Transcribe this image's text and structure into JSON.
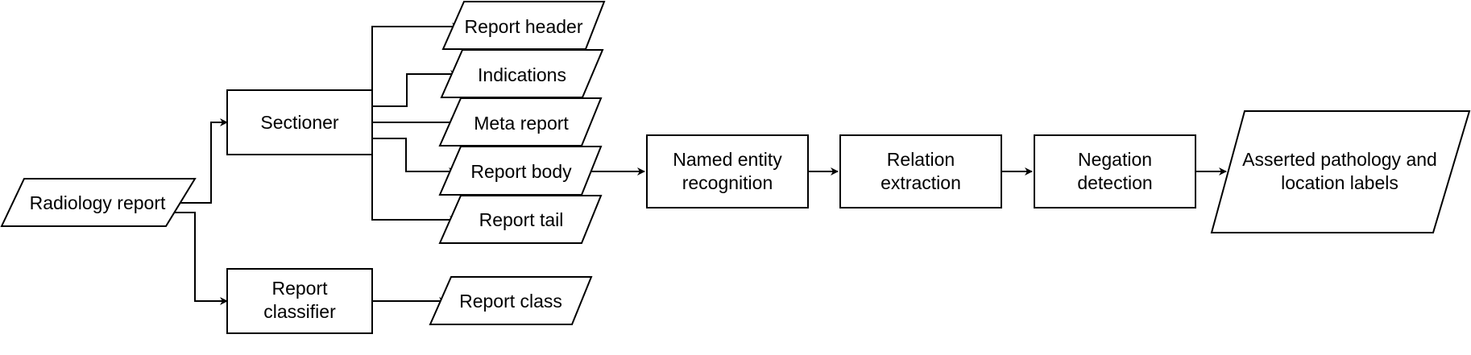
{
  "nodes": {
    "radiology_report": "Radiology report",
    "sectioner": "Sectioner",
    "report_classifier": [
      "Report",
      "classifier"
    ],
    "report_header": "Report header",
    "indications": "Indications",
    "meta_report": "Meta report",
    "report_body": "Report body",
    "report_tail": "Report tail",
    "report_class": "Report class",
    "ner": [
      "Named entity",
      "recognition"
    ],
    "relation_extraction": [
      "Relation",
      "extraction"
    ],
    "negation_detection": [
      "Negation",
      "detection"
    ],
    "output_labels": [
      "Asserted pathology and",
      "location labels"
    ]
  },
  "colors": {
    "stroke": "#000000",
    "fill": "#ffffff"
  }
}
